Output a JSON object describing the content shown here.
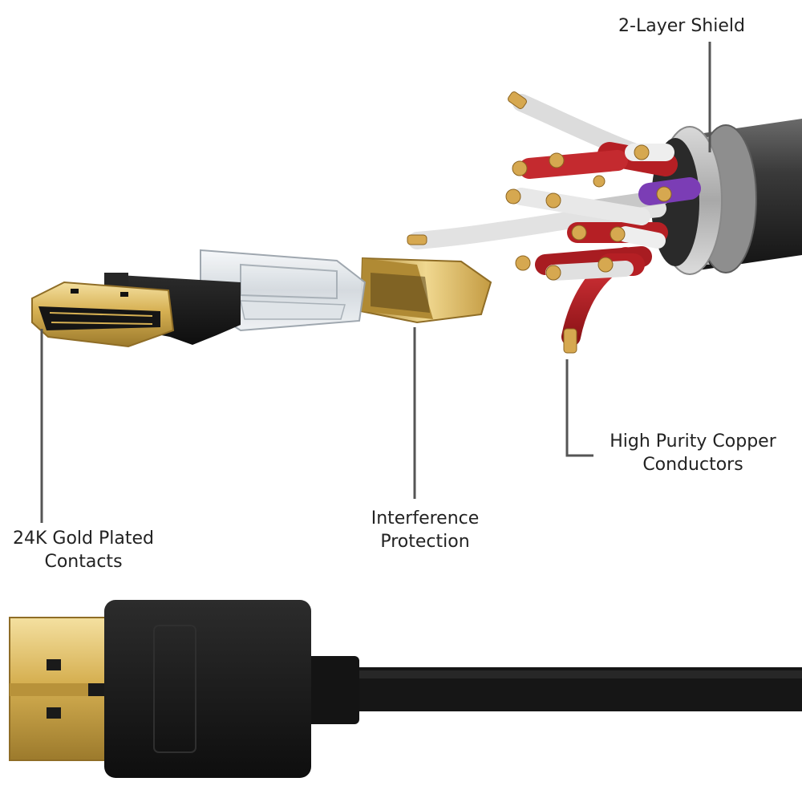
{
  "colors": {
    "gold": "#d6b052",
    "connector_black": "#1b1b1b",
    "conductor_red": "#b51f24",
    "conductor_purple": "#7b3db5",
    "conductor_white": "#e4e4e4",
    "leader_line": "#555555"
  },
  "callouts": {
    "shield": {
      "lines": [
        "2-Layer Shield"
      ]
    },
    "copper": {
      "lines": [
        "High Purity Copper",
        "Conductors"
      ]
    },
    "interference": {
      "lines": [
        "Interference",
        "Protection"
      ]
    },
    "gold_contacts": {
      "lines": [
        "24K Gold Plated",
        "Contacts"
      ]
    }
  }
}
